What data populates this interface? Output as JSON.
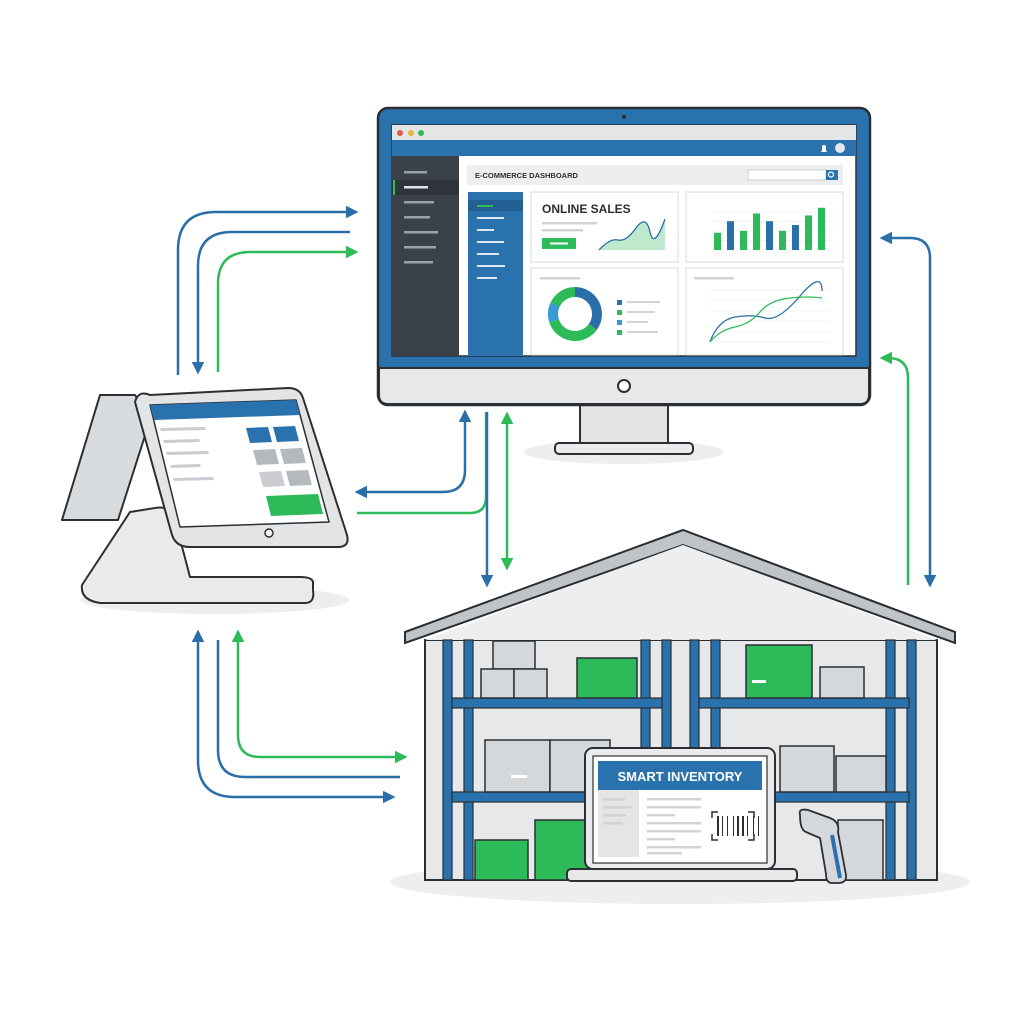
{
  "colors": {
    "blue": "#2a6fa8",
    "green": "#2dbb5a",
    "dark_sidebar": "#3a4148",
    "outline": "#2b2f33",
    "light_gray": "#e6e8ea"
  },
  "monitor": {
    "dashboard_title": "E-COMMERCE DASHBOARD",
    "card_online_sales_title": "ONLINE SALES",
    "icons": [
      "bell-icon",
      "avatar-icon",
      "search-icon"
    ],
    "mini_bar_chart_values": [
      9,
      15,
      10,
      19,
      15,
      10,
      13,
      18,
      22
    ],
    "donut_shares": [
      35,
      35,
      12,
      18
    ]
  },
  "warehouse": {
    "laptop_title": "SMART INVENTORY",
    "icons": [
      "barcode-icon",
      "barcode-scanner-icon"
    ]
  },
  "pos": {
    "icons": [
      "pos-terminal-icon"
    ]
  }
}
